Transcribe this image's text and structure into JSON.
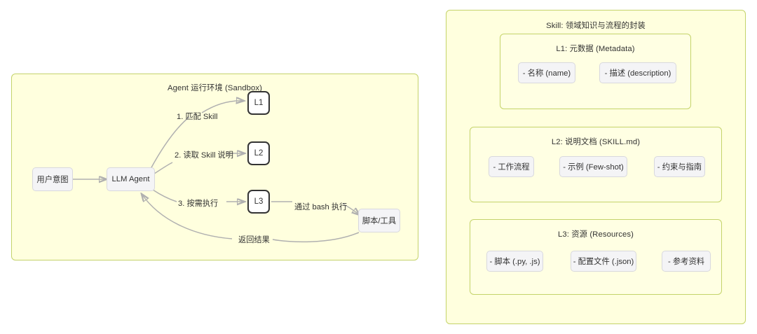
{
  "colors": {
    "cluster_bg": "#ffffde",
    "cluster_inner_bg": "#ffffe3",
    "cluster_border": "#c4d36a",
    "node_bg": "#f4f4f6",
    "node_border": "#d8d8de",
    "strong_node_border": "#333333",
    "strong_node_bg": "#ffffff",
    "edge_stroke": "#b0b0b0",
    "text": "#333333",
    "page_bg": "#ffffff"
  },
  "left_diagram": {
    "title": "Agent 运行环境 (Sandbox)",
    "nodes": {
      "user_intent": "用户意图",
      "llm_agent": "LLM Agent",
      "l1": "L1",
      "l2": "L2",
      "l3": "L3",
      "script_tool": "脚本/工具"
    },
    "edge_labels": {
      "step1": "1. 匹配 Skill",
      "step2": "2. 读取 Skill 说明",
      "step3": "3. 按需执行",
      "via_bash": "通过 bash 执行",
      "return_result": "返回结果"
    }
  },
  "right_diagram": {
    "title": "Skill: 领域知识与流程的封装",
    "layers": [
      {
        "title": "L1: 元数据 (Metadata)",
        "items": [
          "- 名称 (name)",
          "- 描述 (description)"
        ]
      },
      {
        "title": "L2: 说明文档 (SKILL.md)",
        "items": [
          "- 工作流程",
          "- 示例 (Few-shot)",
          "- 约束与指南"
        ]
      },
      {
        "title": "L3: 资源 (Resources)",
        "items": [
          "- 脚本 (.py, .js)",
          "- 配置文件 (.json)",
          "- 参考资料"
        ]
      }
    ]
  }
}
